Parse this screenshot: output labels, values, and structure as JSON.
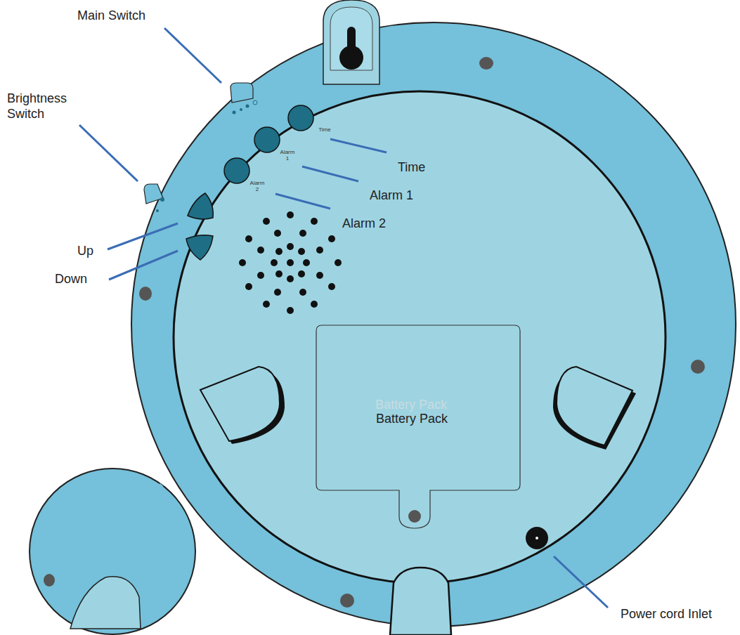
{
  "diagram": {
    "labels": [
      "Main Switch",
      "Brightness Switch",
      "Time",
      "Alarm 1",
      "Alarm 2",
      "Up",
      "Down",
      "Time",
      "Alarm 1",
      "Alarm 2",
      "Battery Pack",
      "Battery Pack",
      "Power cord Inlet"
    ]
  }
}
